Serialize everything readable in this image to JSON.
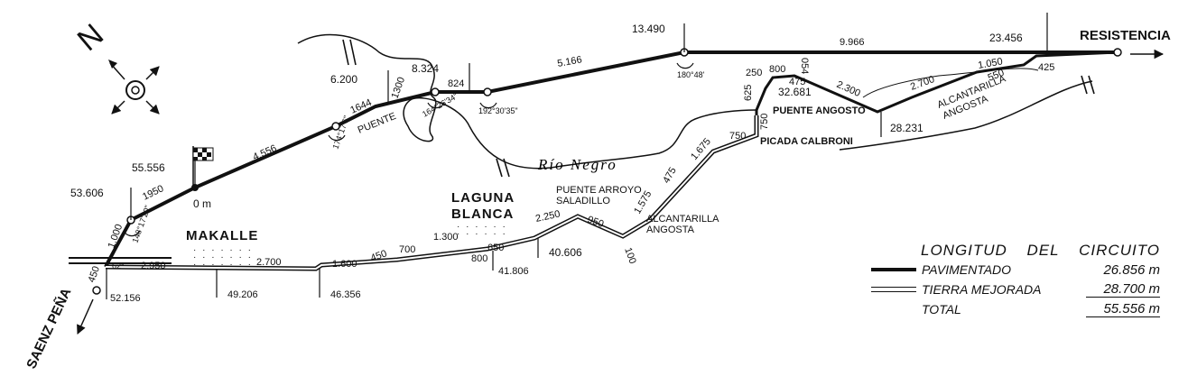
{
  "places": {
    "resistencia": "RESISTENCIA",
    "saenz_pena": "SAENZ PEÑA",
    "makalle": "MAKALLE",
    "laguna_blanca_1": "LAGUNA",
    "laguna_blanca_2": "BLANCA",
    "rio_negro": "Río Negro",
    "puente": "PUENTE",
    "puente_angosto": "PUENTE ANGOSTO",
    "picada_calbroni": "PICADA CALBRONI",
    "puente_arroyo_1": "PUENTE ARROYO",
    "puente_arroyo_2": "SALADILLO",
    "alcantarilla_1": "ALCANTARILLA",
    "alcantarilla_1b": "ANGOSTA",
    "alcantarilla_2": "ALCANTARILLA",
    "alcantarilla_2b": "ANGOSTA",
    "start": "0 m"
  },
  "compass": {
    "north": "N"
  },
  "paved_segments": [
    "1.000",
    "1950",
    "4.556",
    "1644",
    "1300",
    "824",
    "5.166",
    "9.966",
    "425",
    "550",
    "1.050",
    "2.700",
    "2.300",
    "475",
    "054",
    "800",
    "250",
    "625",
    "750",
    "450"
  ],
  "dirt_segments": [
    "2.950",
    "2.700",
    "1.600",
    "450",
    "700",
    "1.300",
    "800",
    "650",
    "2.250",
    "950",
    "100",
    "1.575",
    "475",
    "1.675",
    "750"
  ],
  "checkpoints": [
    "53.606",
    "55.556",
    "6.200",
    "8.324",
    "13.490",
    "23.456",
    "32.681",
    "28.231",
    "40.606",
    "41.806",
    "46.356",
    "49.206",
    "52.156"
  ],
  "angles": [
    "148°17'20\"",
    "174°17'6\"",
    "164°26'34\"",
    "192°30'35\"",
    "180°48'",
    "62°"
  ],
  "legend": {
    "title_left": "LONGITUD",
    "title_mid": "DEL",
    "title_right": "CIRCUITO",
    "rows": [
      {
        "label": "PAVIMENTADO",
        "value": "26.856 m"
      },
      {
        "label": "TIERRA MEJORADA",
        "value": "28.700 m"
      },
      {
        "label": "TOTAL",
        "value": "55.556 m"
      }
    ]
  }
}
